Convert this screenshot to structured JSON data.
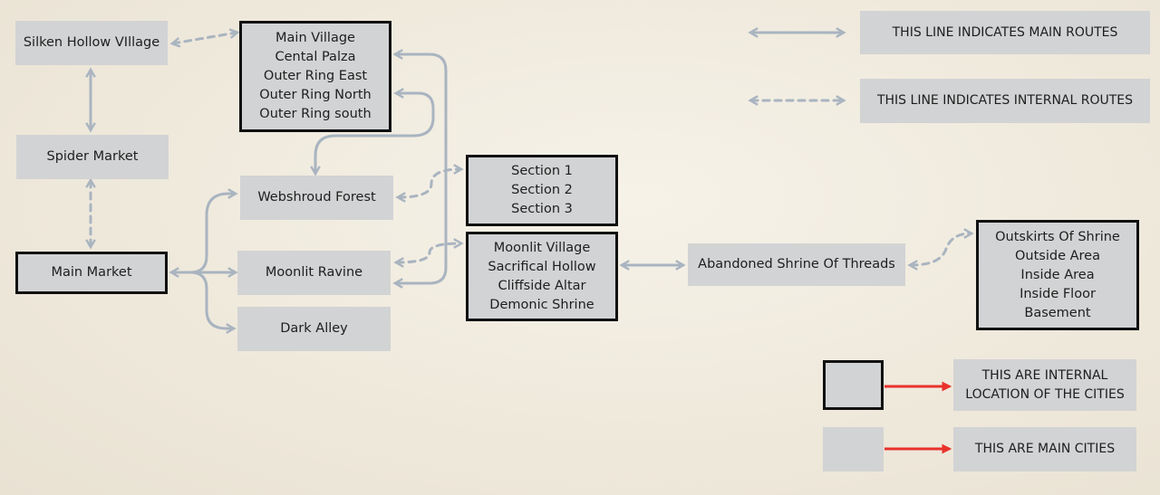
{
  "cities": {
    "silken_hollow": "Silken Hollow VIllage",
    "spider_market": "Spider Market",
    "main_market": "Main Market",
    "webshroud_forest": "Webshroud Forest",
    "moonlit_ravine": "Moonlit Ravine",
    "dark_alley": "Dark Alley",
    "abandoned_shrine": "Abandoned Shrine Of Threads"
  },
  "internal": {
    "main_village": [
      "Main Village",
      "Cental Palza",
      "Outer Ring East",
      "Outer Ring North",
      "Outer Ring south"
    ],
    "sections": [
      "Section 1",
      "Section 2",
      "Section 3"
    ],
    "moonlit_village": [
      "Moonlit Village",
      "Sacrifical Hollow",
      "Cliffside Altar",
      "Demonic Shrine"
    ],
    "shrine_areas": [
      "Outskirts Of Shrine",
      "Outside Area",
      "Inside Area",
      "Inside Floor",
      "Basement"
    ]
  },
  "legend": {
    "main_routes": "THIS LINE INDICATES MAIN ROUTES",
    "internal_routes": "THIS LINE INDICATES INTERNAL ROUTES",
    "internal_locations_line1": "THIS ARE INTERNAL",
    "internal_locations_line2": "LOCATION OF THE CITIES",
    "main_cities": "THIS ARE MAIN CITIES"
  },
  "colors": {
    "background": "#f0ebde",
    "node_fill": "#d2d3d4",
    "route_line": "#a9b4c0",
    "legend_arrow": "#e8322b"
  }
}
